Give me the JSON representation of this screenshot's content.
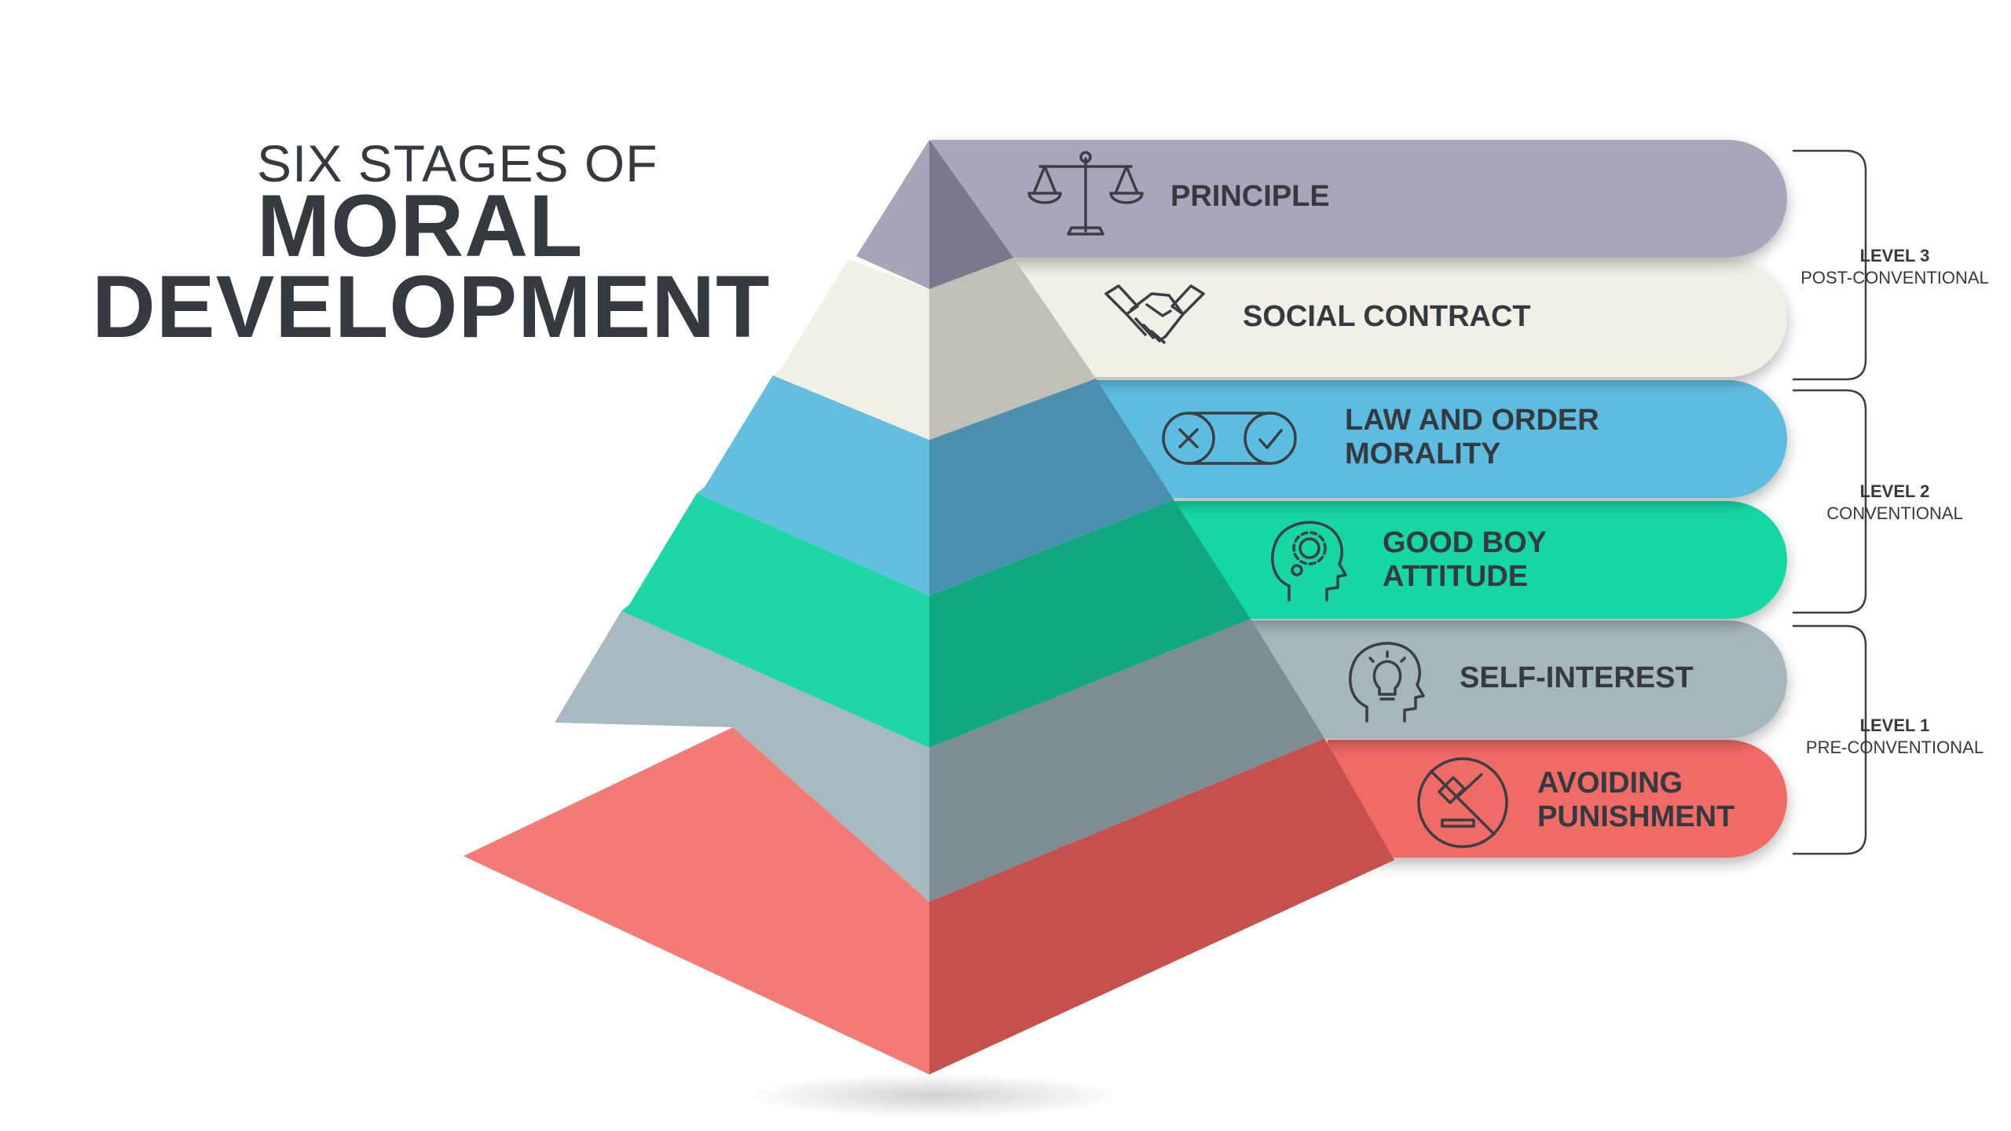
{
  "title": {
    "pre": "SIX STAGES OF",
    "line1": "MORAL",
    "line2": "DEVELOPMENT"
  },
  "stages": [
    {
      "label_lines": [
        "PRINCIPLE"
      ],
      "icon": "scales-icon",
      "color": "#a8a6ba"
    },
    {
      "label_lines": [
        "SOCIAL CONTRACT"
      ],
      "icon": "handshake-icon",
      "color": "#f1efe6"
    },
    {
      "label_lines": [
        "LAW AND ORDER",
        "MORALITY"
      ],
      "icon": "cross-check-toggle-icon",
      "color": "#5dbde0"
    },
    {
      "label_lines": [
        "GOOD BOY",
        "ATTITUDE"
      ],
      "icon": "head-gear-icon",
      "color": "#17d6a3"
    },
    {
      "label_lines": [
        "SELF-INTEREST"
      ],
      "icon": "head-bulb-icon",
      "color": "#a5b7bd"
    },
    {
      "label_lines": [
        "AVOIDING",
        "PUNISHMENT"
      ],
      "icon": "no-gavel-icon",
      "color": "#f06a66"
    }
  ],
  "levels": [
    {
      "level": "LEVEL 3",
      "name": "POST-CONVENTIONAL"
    },
    {
      "level": "LEVEL 2",
      "name": "CONVENTIONAL"
    },
    {
      "level": "LEVEL 1",
      "name": "PRE-CONVENTIONAL"
    }
  ]
}
